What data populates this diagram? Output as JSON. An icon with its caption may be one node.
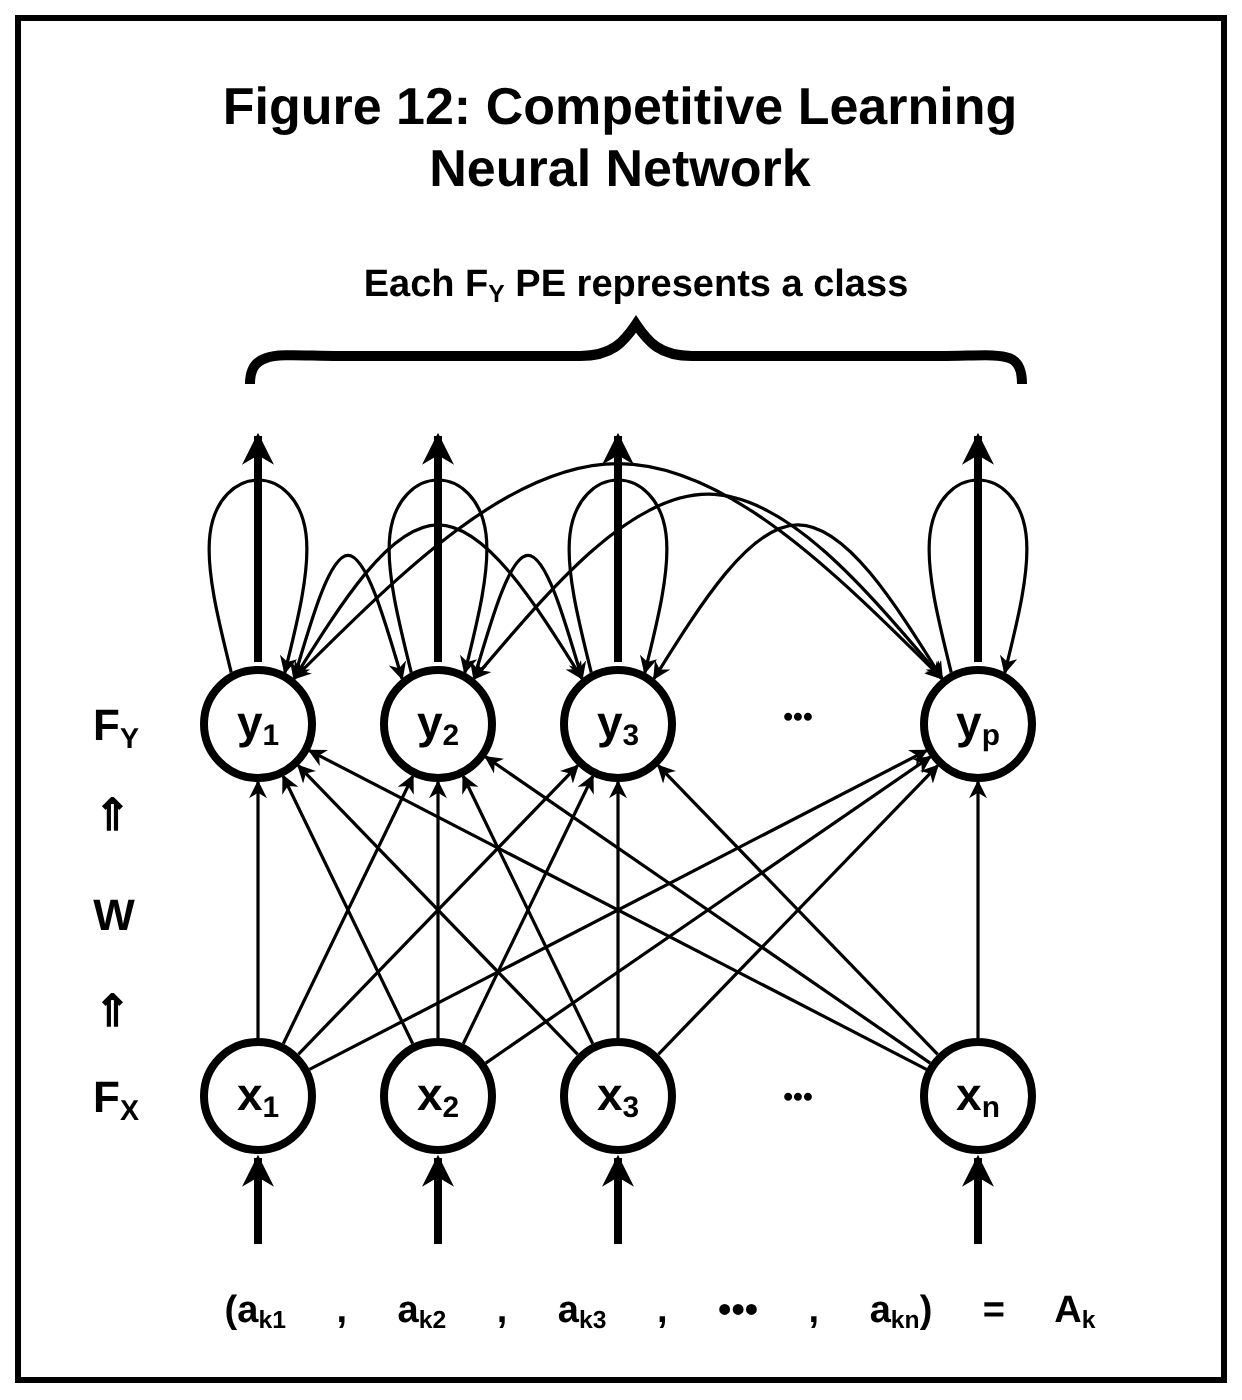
{
  "diagram": {
    "title": "Figure 12: Competitive Learning Neural Network",
    "nodes": [
      {
        "text": [
          "y$_{1}$"
        ]
      },
      {
        "text": [
          "y$_{2}$"
        ]
      },
      {
        "text": [
          "y$_{3}$"
        ]
      },
      {
        "text": [
          "y$_{p}$"
        ]
      },
      {
        "text": [
          "x$_{1}$"
        ]
      },
      {
        "text": [
          "x$_{2}$"
        ]
      },
      {
        "text": [
          "x$_{3}$"
        ]
      },
      {
        "text": [
          "x$_{n}$"
        ]
      }
    ],
    "edges": [
      {
        "from": null,
        "to": 4,
        "arrow": "to",
        "style": "thick"
      },
      {
        "from": null,
        "to": 5,
        "arrow": "to",
        "style": "thick"
      },
      {
        "from": null,
        "to": 6,
        "arrow": "to",
        "style": "thick"
      },
      {
        "from": null,
        "to": 7,
        "arrow": "to",
        "style": "thick"
      },
      {
        "from": 4,
        "to": 0,
        "arrow": "to"
      },
      {
        "from": 4,
        "to": 1,
        "arrow": "to"
      },
      {
        "from": 4,
        "to": 2,
        "arrow": "to"
      },
      {
        "from": 4,
        "to": 3,
        "arrow": "to"
      },
      {
        "from": 5,
        "to": 0,
        "arrow": "to"
      },
      {
        "from": 5,
        "to": 1,
        "arrow": "to"
      },
      {
        "from": 5,
        "to": 2,
        "arrow": "to"
      },
      {
        "from": 5,
        "to": 3,
        "arrow": "to"
      },
      {
        "from": 6,
        "to": 0,
        "arrow": "to"
      },
      {
        "from": 6,
        "to": 1,
        "arrow": "to"
      },
      {
        "from": 6,
        "to": 2,
        "arrow": "to"
      },
      {
        "from": 6,
        "to": 3,
        "arrow": "to"
      },
      {
        "from": 7,
        "to": 0,
        "arrow": "to"
      },
      {
        "from": 7,
        "to": 1,
        "arrow": "to"
      },
      {
        "from": 7,
        "to": 2,
        "arrow": "to"
      },
      {
        "from": 7,
        "to": 3,
        "arrow": "to"
      },
      {
        "from": 0,
        "to": 0,
        "arrow": "to"
      },
      {
        "from": 1,
        "to": 1,
        "arrow": "to"
      },
      {
        "from": 2,
        "to": 2,
        "arrow": "to"
      },
      {
        "from": 3,
        "to": 3,
        "arrow": "to"
      },
      {
        "from": 0,
        "to": 1,
        "arrow": "both"
      },
      {
        "from": 0,
        "to": 2,
        "arrow": "both"
      },
      {
        "from": 0,
        "to": 3,
        "arrow": "both"
      },
      {
        "from": 1,
        "to": 2,
        "arrow": "both"
      },
      {
        "from": 1,
        "to": 3,
        "arrow": "both"
      },
      {
        "from": 2,
        "to": 3,
        "arrow": "both"
      },
      {
        "from": 0,
        "to": null,
        "arrow": "to",
        "style": "thick"
      },
      {
        "from": 1,
        "to": null,
        "arrow": "to",
        "style": "thick"
      },
      {
        "from": 2,
        "to": null,
        "arrow": "to",
        "style": "thick"
      },
      {
        "from": 3,
        "to": null,
        "arrow": "to",
        "style": "thick"
      }
    ],
    "labels": [
      "Each F$_{Y}$ PE represents a class",
      "F$_{Y}$",
      "⇑",
      "W",
      "⇑",
      "F$_{X}$",
      "•••",
      "•••",
      "(a$_{k1}$ , a$_{k2}$ , a$_{k3}$ , ••• , a$_{kn}$) = A$_{k}$"
    ]
  }
}
